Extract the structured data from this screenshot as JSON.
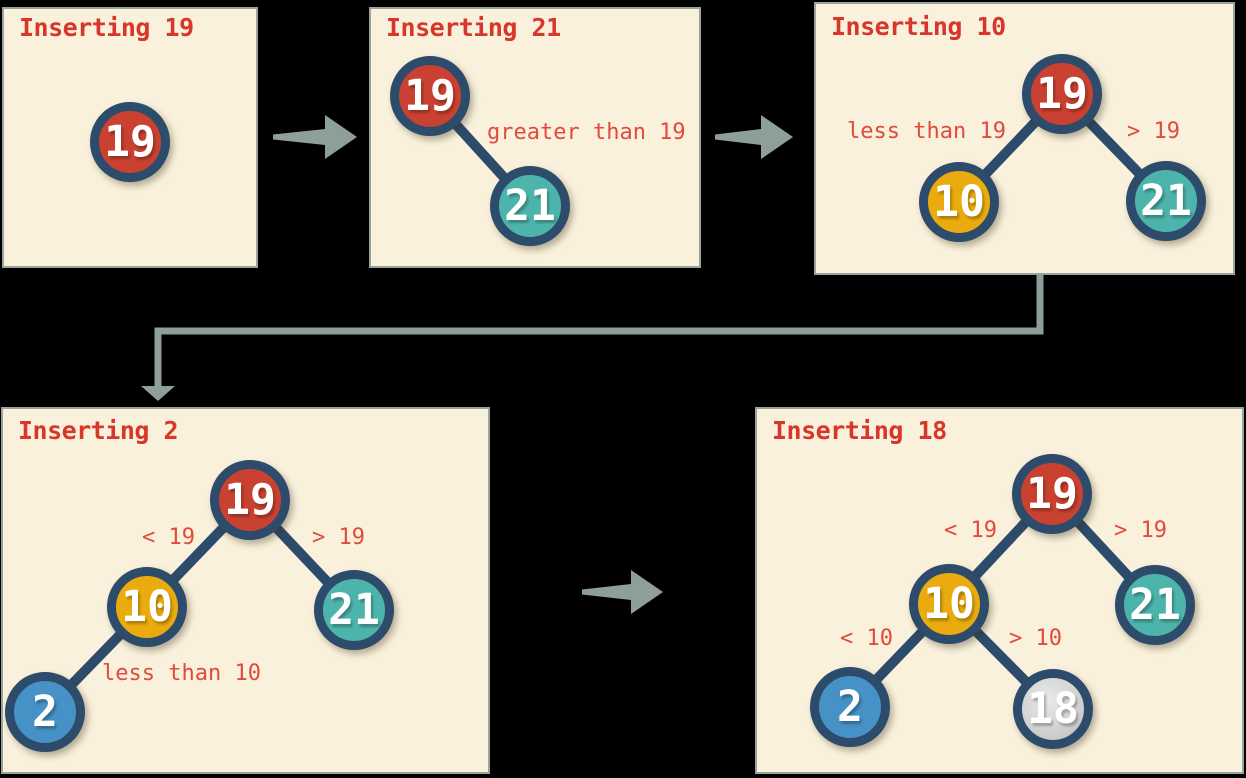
{
  "colors": {
    "background": "#000000",
    "panel_bg": "#f9f1db",
    "panel_border": "#98a49e",
    "title_red": "#d8352b",
    "label_red": "#e14a3c",
    "node_ring": "#2d4b6b",
    "edge": "#2d4b6b",
    "arrow_gray": "#8d9e9b",
    "node_red": "#c94130",
    "node_teal": "#4db4ab",
    "node_yellow": "#e9ab0d",
    "node_blue": "#4691c6",
    "node_silver": "#c9c9c9",
    "node_text": "#ffffff"
  },
  "panels": [
    {
      "title": "Inserting 19",
      "nodes": [
        {
          "value": "19",
          "color": "red"
        }
      ],
      "labels": []
    },
    {
      "title": "Inserting 21",
      "nodes": [
        {
          "value": "19",
          "color": "red"
        },
        {
          "value": "21",
          "color": "teal"
        }
      ],
      "labels": [
        {
          "text": "greater than 19"
        }
      ]
    },
    {
      "title": "Inserting 10",
      "nodes": [
        {
          "value": "19",
          "color": "red"
        },
        {
          "value": "10",
          "color": "yellow"
        },
        {
          "value": "21",
          "color": "teal"
        }
      ],
      "labels": [
        {
          "text": "less than 19"
        },
        {
          "text": "> 19"
        }
      ]
    },
    {
      "title": "Inserting 2",
      "nodes": [
        {
          "value": "19",
          "color": "red"
        },
        {
          "value": "10",
          "color": "yellow"
        },
        {
          "value": "21",
          "color": "teal"
        },
        {
          "value": "2",
          "color": "blue"
        }
      ],
      "labels": [
        {
          "text": "< 19"
        },
        {
          "text": "> 19"
        },
        {
          "text": "less than 10"
        }
      ]
    },
    {
      "title": "Inserting 18",
      "nodes": [
        {
          "value": "19",
          "color": "red"
        },
        {
          "value": "10",
          "color": "yellow"
        },
        {
          "value": "21",
          "color": "teal"
        },
        {
          "value": "2",
          "color": "blue"
        },
        {
          "value": "18",
          "color": "silver"
        }
      ],
      "labels": [
        {
          "text": "< 19"
        },
        {
          "text": "> 19"
        },
        {
          "text": "< 10"
        },
        {
          "text": "> 10"
        }
      ]
    }
  ]
}
